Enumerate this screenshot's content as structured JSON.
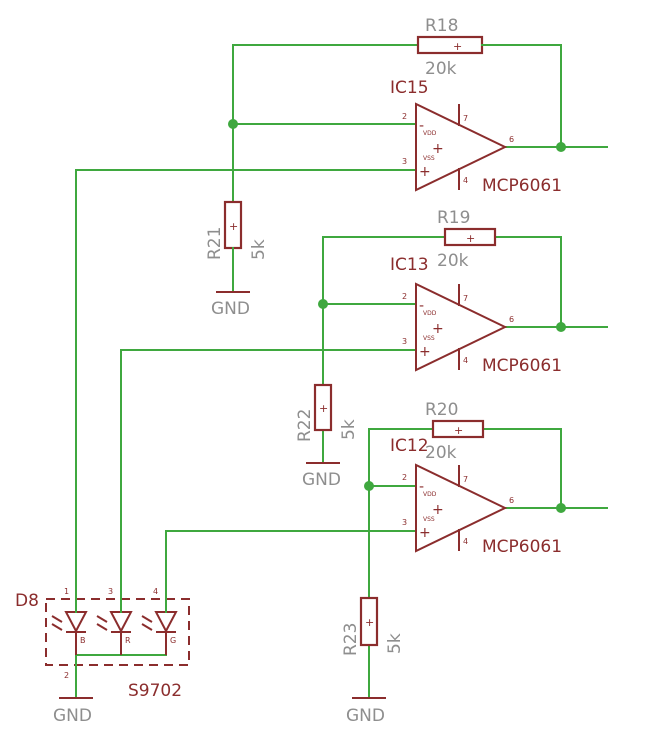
{
  "opamps": [
    {
      "ref": "IC15",
      "part": "MCP6061",
      "pin_inv": "2",
      "pin_noninv": "3",
      "pin_out": "6",
      "pin_vdd": "7",
      "pin_vss": "4",
      "vdd": "VDD",
      "vss": "VSS",
      "inv_sign": "-",
      "noninv_sign": "+",
      "mid_sign": "+"
    },
    {
      "ref": "IC13",
      "part": "MCP6061",
      "pin_inv": "2",
      "pin_noninv": "3",
      "pin_out": "6",
      "pin_vdd": "7",
      "pin_vss": "4",
      "vdd": "VDD",
      "vss": "VSS",
      "inv_sign": "-",
      "noninv_sign": "+",
      "mid_sign": "+"
    },
    {
      "ref": "IC12",
      "part": "MCP6061",
      "pin_inv": "2",
      "pin_noninv": "3",
      "pin_out": "6",
      "pin_vdd": "7",
      "pin_vss": "4",
      "vdd": "VDD",
      "vss": "VSS",
      "inv_sign": "-",
      "noninv_sign": "+",
      "mid_sign": "+"
    }
  ],
  "feedback_resistors": [
    {
      "ref": "R18",
      "value": "20k",
      "mark": "+"
    },
    {
      "ref": "R19",
      "value": "20k",
      "mark": "+"
    },
    {
      "ref": "R20",
      "value": "20k",
      "mark": "+"
    }
  ],
  "ground_resistors": [
    {
      "ref": "R21",
      "value": "5k",
      "mark": "+"
    },
    {
      "ref": "R22",
      "value": "5k",
      "mark": "+"
    },
    {
      "ref": "R23",
      "value": "5k",
      "mark": "+"
    }
  ],
  "gnd_labels": [
    "GND",
    "GND",
    "GND",
    "GND"
  ],
  "sensor": {
    "ref": "D8",
    "part": "S9702",
    "pins": [
      "1",
      "3",
      "4"
    ],
    "common_pin": "2",
    "channels": [
      "B",
      "R",
      "G"
    ]
  }
}
